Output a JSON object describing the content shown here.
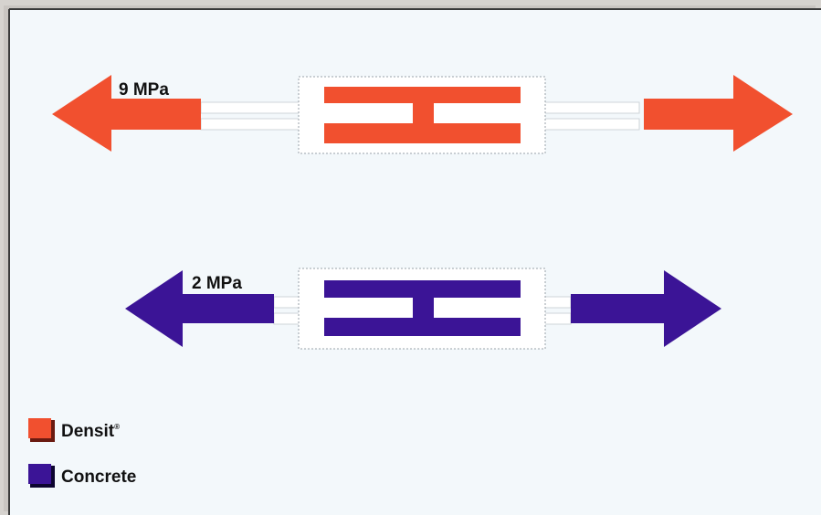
{
  "diagram": {
    "items": [
      {
        "id": "densit",
        "stress_label": "9 MPa",
        "color": "#f1502f"
      },
      {
        "id": "concrete",
        "stress_label": "2 MPa",
        "color": "#3b1496"
      }
    ],
    "legend": [
      {
        "label": "Densit",
        "superscript": "®",
        "color": "#f1502f"
      },
      {
        "label": "Concrete",
        "superscript": "",
        "color": "#3b1496"
      }
    ]
  }
}
